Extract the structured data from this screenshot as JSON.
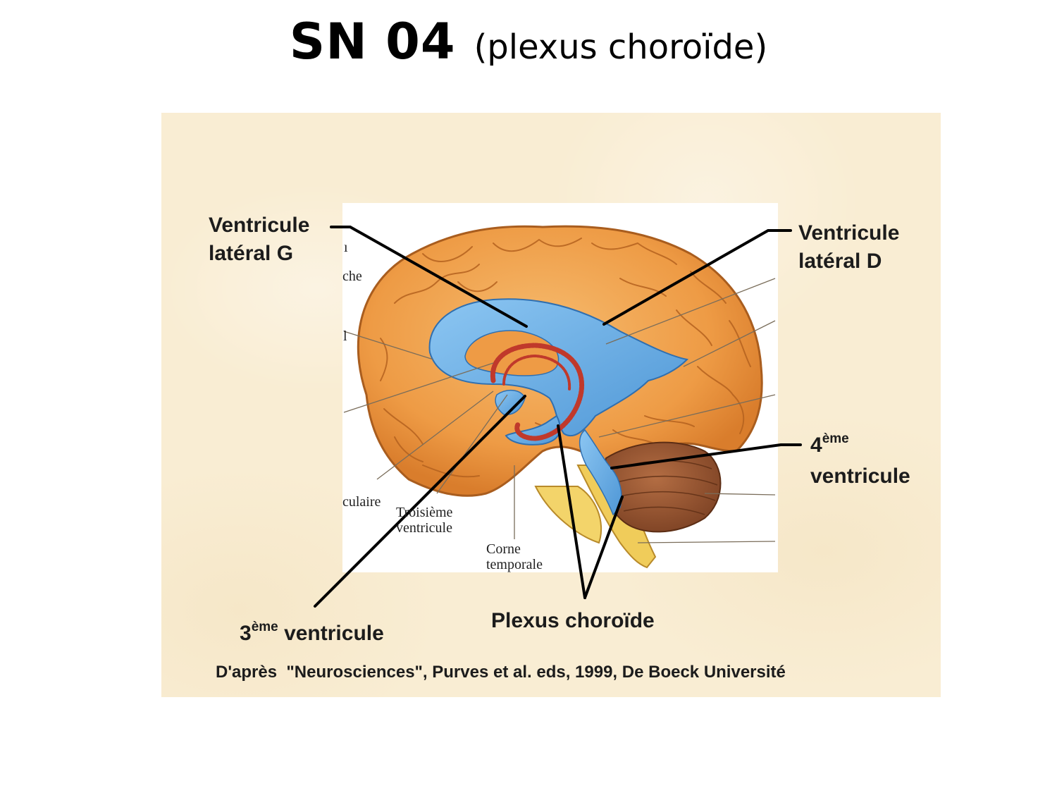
{
  "slide": {
    "title_main": "SN 04",
    "title_sub": "(plexus choroïde)"
  },
  "labels": {
    "ventricule_lateral_g_line1": "Ventricule",
    "ventricule_lateral_g_line2": "latéral G",
    "ventricule_lateral_d_line1": "Ventricule",
    "ventricule_lateral_d_line2": "latéral D",
    "quatrieme_num": "4",
    "quatrieme_sup": "ème",
    "quatrieme_word": "ventricule",
    "troisieme_num": "3",
    "troisieme_sup": "ème",
    "troisieme_word": "ventricule",
    "plexus_choroide": "Plexus choroïde",
    "credit": "D'après  \"Neurosciences\", Purves et al. eds, 1999, De Boeck Université"
  },
  "figure_labels": {
    "troisieme_line1": "Troisième",
    "troisieme_line2": "ventricule",
    "corne_line1": "Corne",
    "corne_line2": "temporale",
    "fragment_che": "che",
    "fragment_culaire": "culaire",
    "fragment_i": "ı",
    "fragment_l": "l"
  },
  "colors": {
    "brain": "#f0a24e",
    "ventricle": "#6aaee6",
    "cerebellum": "#9a5a34",
    "brainstem": "#f0cc5a",
    "plexus": "#c0392b",
    "panel": "#f9edd3"
  }
}
